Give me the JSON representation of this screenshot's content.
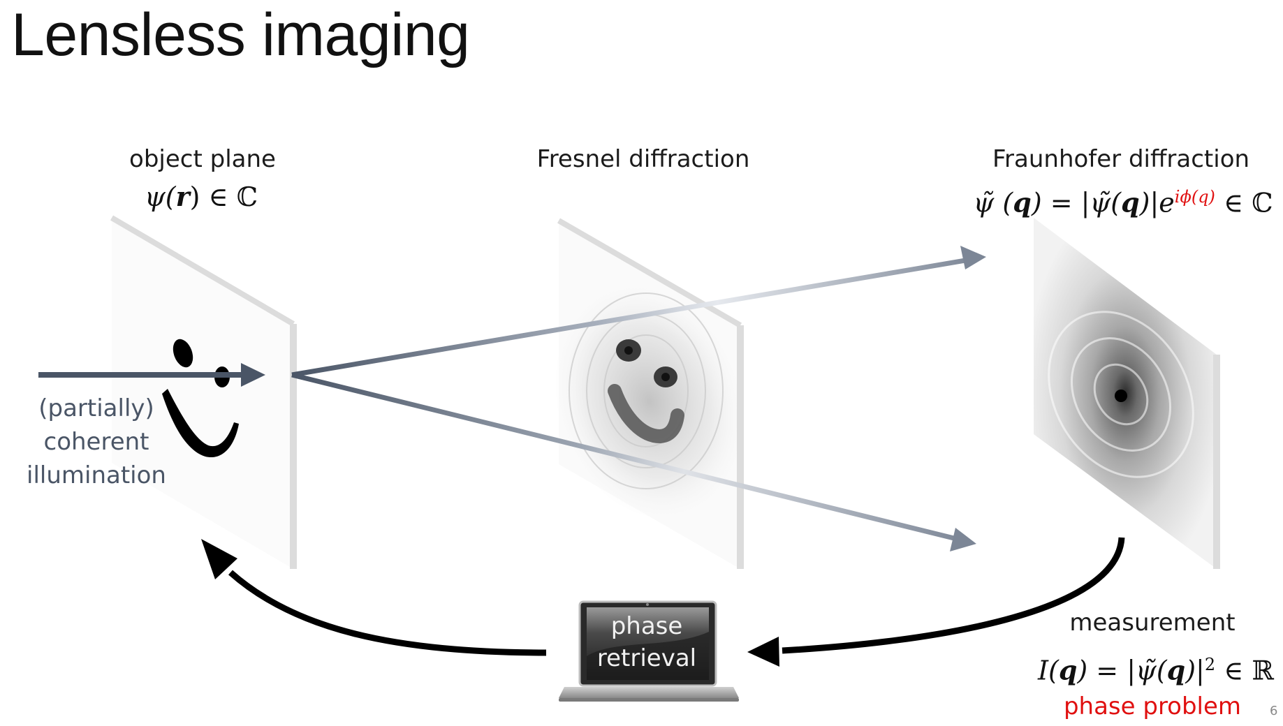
{
  "slide": {
    "title": "Lensless imaging",
    "page_number": "6"
  },
  "object_plane": {
    "label": "object plane",
    "eq_lhs": "ψ(",
    "eq_var": "r",
    "eq_rhs": ") ∈ ℂ"
  },
  "fresnel": {
    "label": "Fresnel diffraction"
  },
  "fraunhofer": {
    "label": "Fraunhofer diffraction",
    "eq_part1": "ψ̃ (",
    "eq_var1": "q",
    "eq_part2": ") = |ψ̃(",
    "eq_var2": "q",
    "eq_part3": ")|e",
    "eq_exponent": "iϕ(q)",
    "eq_part4": " ∈ ℂ"
  },
  "illumination": {
    "line1": "(partially)",
    "line2": "coherent",
    "line3": "illumination"
  },
  "measurement": {
    "label": "measurement",
    "eq_part1": "I(",
    "eq_var1": "q",
    "eq_part2": ") = |ψ̃(",
    "eq_var2": "q",
    "eq_part3": ")|",
    "eq_exponent": "2",
    "eq_part4": " ∈ ℝ",
    "problem": "phase problem"
  },
  "laptop": {
    "line1": "phase",
    "line2": "retrieval"
  },
  "colors": {
    "arrow": "#4a5566",
    "cycle_arrow": "#000000",
    "accent_red": "#e01010",
    "panel_edge": "#d9d9d9"
  }
}
